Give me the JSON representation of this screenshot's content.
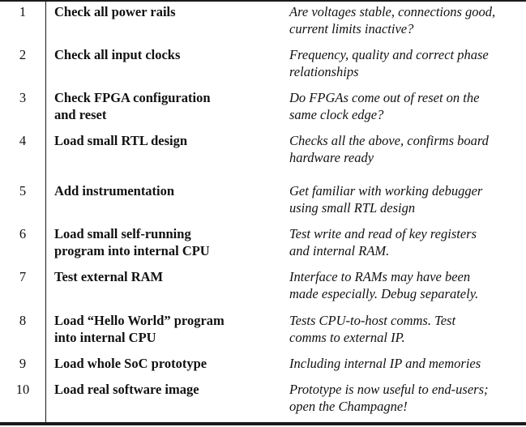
{
  "rows": [
    {
      "num": "1",
      "step": "Check all power rails",
      "note": "Are voltages stable, connections good,\ncurrent limits inactive?"
    },
    {
      "num": "2",
      "step": "Check all input clocks",
      "note": "Frequency, quality and correct phase\nrelationships"
    },
    {
      "num": "3",
      "step": "Check FPGA configuration\n and reset",
      "note": "Do FPGAs come out of reset on the\nsame clock edge?"
    },
    {
      "num": "4",
      "step": "Load small RTL design",
      "note": "Checks all the above, confirms  board\nhardware ready"
    },
    {
      "num": "5",
      "step": "Add instrumentation",
      "note": "Get familiar with working debugger\nusing small RTL design"
    },
    {
      "num": "6",
      "step": "Load small self-running\n program into internal CPU",
      "note": "Test write and read of key registers\nand internal RAM."
    },
    {
      "num": "7",
      "step": "Test external RAM",
      "note": "Interface to RAMs may have been\nmade especially. Debug separately."
    },
    {
      "num": "8",
      "step": "Load “Hello World” program\n into internal CPU",
      "note": "Tests CPU-to-host comms. Test\ncomms to external IP."
    },
    {
      "num": "9",
      "step": "Load whole SoC prototype",
      "note": "Including internal IP and memories"
    },
    {
      "num": "10",
      "step": "Load real software image",
      "note": "Prototype is now useful to end-users;\nopen the Champagne!"
    }
  ]
}
